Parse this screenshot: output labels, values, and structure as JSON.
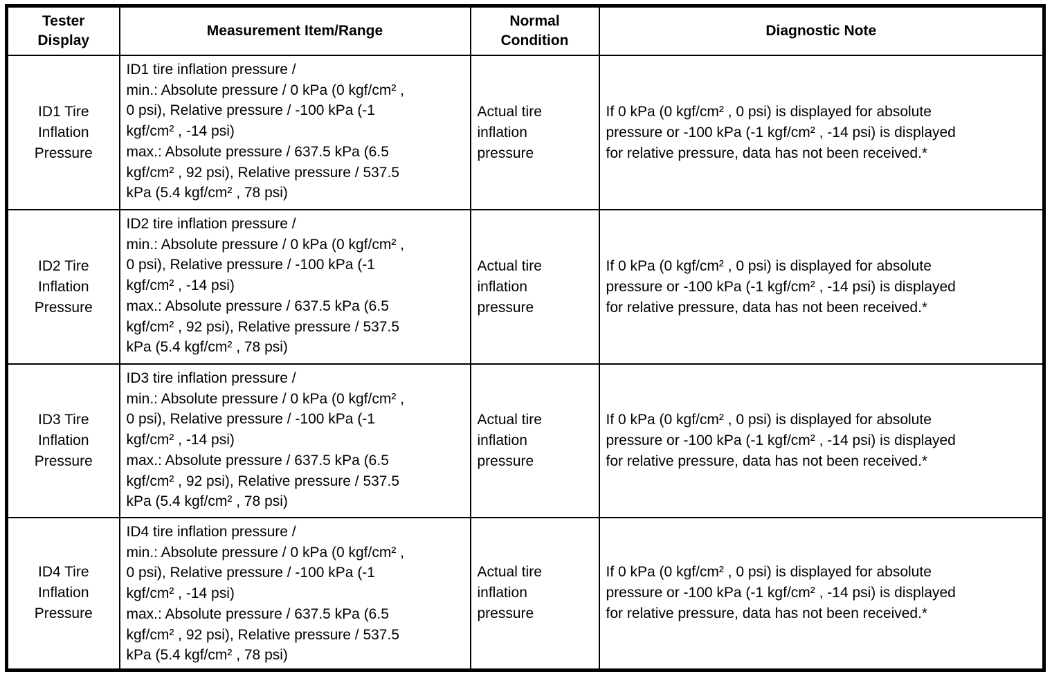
{
  "table": {
    "headers": [
      "Tester\nDisplay",
      "Measurement Item/Range",
      "Normal\nCondition",
      "Diagnostic Note"
    ],
    "rows": [
      {
        "tester_display": "ID1 Tire\nInflation\nPressure",
        "measurement": "ID1 tire inflation pressure /\nmin.: Absolute pressure / 0 kPa (0 kgf/cm² ,\n0 psi), Relative pressure / -100 kPa (-1\nkgf/cm² , -14 psi)\nmax.: Absolute pressure / 637.5 kPa (6.5\nkgf/cm² , 92 psi), Relative pressure / 537.5\nkPa (5.4 kgf/cm² , 78 psi)",
        "normal_condition": "Actual tire\ninflation\npressure",
        "diagnostic_note": "If 0 kPa (0 kgf/cm² , 0 psi) is displayed for absolute\npressure or -100 kPa (-1 kgf/cm² , -14 psi) is displayed\nfor relative pressure, data has not been received.*"
      },
      {
        "tester_display": "ID2 Tire\nInflation\nPressure",
        "measurement": "ID2 tire inflation pressure /\nmin.: Absolute pressure / 0 kPa (0 kgf/cm² ,\n0 psi), Relative pressure / -100 kPa (-1\nkgf/cm² , -14 psi)\nmax.: Absolute pressure / 637.5 kPa (6.5\nkgf/cm² , 92 psi), Relative pressure / 537.5\nkPa (5.4 kgf/cm² , 78 psi)",
        "normal_condition": "Actual tire\ninflation\npressure",
        "diagnostic_note": "If 0 kPa (0 kgf/cm² , 0 psi) is displayed for absolute\npressure or -100 kPa (-1 kgf/cm² , -14 psi) is displayed\nfor relative pressure, data has not been received.*"
      },
      {
        "tester_display": "ID3 Tire\nInflation\nPressure",
        "measurement": "ID3 tire inflation pressure /\nmin.: Absolute pressure / 0 kPa (0 kgf/cm² ,\n0 psi), Relative pressure / -100 kPa (-1\nkgf/cm² , -14 psi)\nmax.: Absolute pressure / 637.5 kPa (6.5\nkgf/cm² , 92 psi), Relative pressure / 537.5\nkPa (5.4 kgf/cm² , 78 psi)",
        "normal_condition": "Actual tire\ninflation\npressure",
        "diagnostic_note": "If 0 kPa (0 kgf/cm² , 0 psi) is displayed for absolute\npressure or -100 kPa (-1 kgf/cm² , -14 psi) is displayed\nfor relative pressure, data has not been received.*"
      },
      {
        "tester_display": "ID4 Tire\nInflation\nPressure",
        "measurement": "ID4 tire inflation pressure /\nmin.: Absolute pressure / 0 kPa (0 kgf/cm² ,\n0 psi), Relative pressure / -100 kPa (-1\nkgf/cm² , -14 psi)\nmax.: Absolute pressure / 637.5 kPa (6.5\nkgf/cm² , 92 psi), Relative pressure / 537.5\nkPa (5.4 kgf/cm² , 78 psi)",
        "normal_condition": "Actual tire\ninflation\npressure",
        "diagnostic_note": "If 0 kPa (0 kgf/cm² , 0 psi) is displayed for absolute\npressure or -100 kPa (-1 kgf/cm² , -14 psi) is displayed\nfor relative pressure, data has not been received.*"
      }
    ]
  }
}
